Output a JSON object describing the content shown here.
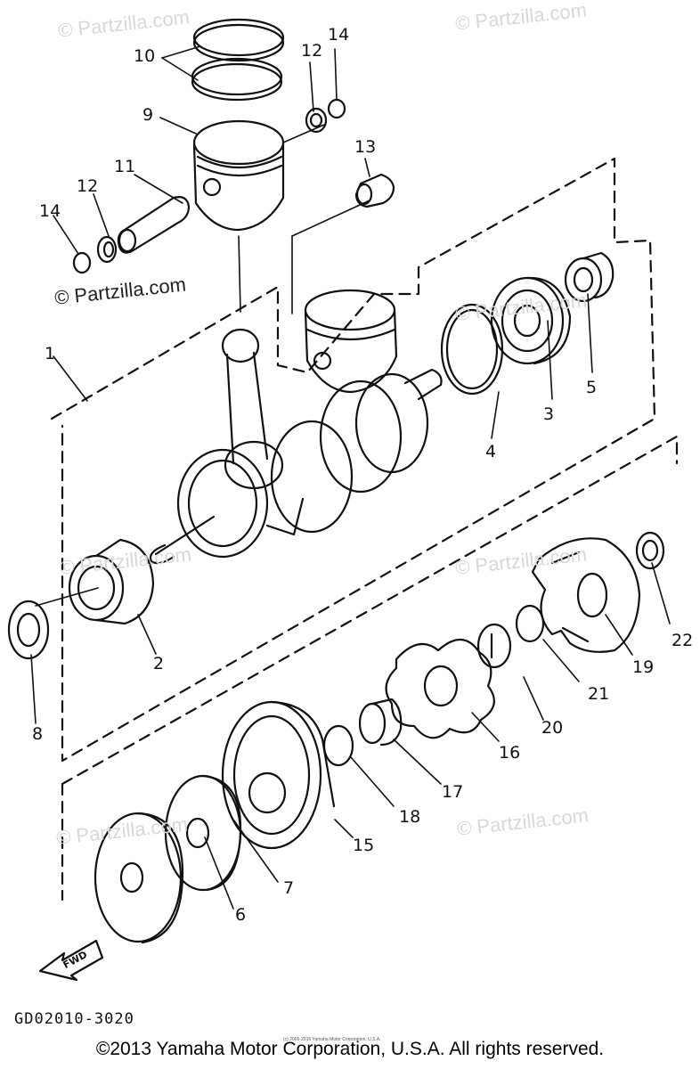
{
  "callouts": {
    "c1": "1",
    "c2": "2",
    "c3": "3",
    "c4": "4",
    "c5": "5",
    "c6": "6",
    "c7": "7",
    "c8": "8",
    "c9": "9",
    "c10": "10",
    "c11": "11",
    "c12a": "12",
    "c12b": "12",
    "c13": "13",
    "c14a": "14",
    "c14b": "14",
    "c15": "15",
    "c16": "16",
    "c17": "17",
    "c18": "18",
    "c19": "19",
    "c20": "20",
    "c21": "21",
    "c22": "22"
  },
  "watermarks": {
    "w1": "© Partzilla.com",
    "w2": "© Partzilla.com",
    "w3": "© Partzilla.com",
    "w4": "© Partzilla.com",
    "w5": "© Partzilla.com",
    "w6": "© Partzilla.com",
    "w7": "© Partzilla.com",
    "w8": "© Partzilla.com"
  },
  "fwd_label": "FWD",
  "diagram_code": "GD02010-3020",
  "copyright_small": "(c) 2005-2016 Yamaha Motor Corporation, U.S.A.",
  "copyright": "©2013 Yamaha Motor Corporation, U.S.A. All rights reserved."
}
